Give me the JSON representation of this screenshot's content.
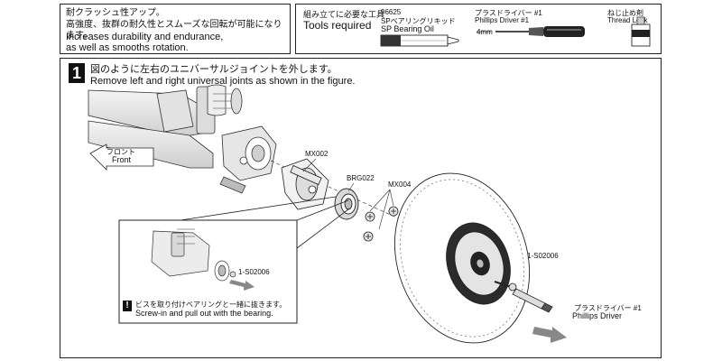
{
  "feature_box": {
    "line1": "耐クラッシュ性アップ。",
    "line2": "高強度、抜群の耐久性とスムーズな回転が可能になります。",
    "line3": "Increases durability and endurance,",
    "line4": "as well as smooths rotation."
  },
  "tools_box": {
    "title_jp": "組み立てに必要な工具",
    "title_en": "Tools required",
    "oil_code": "96625",
    "oil_jp": "SPベアリングリキッド",
    "oil_en": "SP Bearing Oil",
    "driver_jp": "プラスドライバー #1",
    "driver_en": "Phillips Driver #1",
    "driver_size": "4mm",
    "lock_jp": "ねじ止め剤",
    "lock_en": "Thread Lock"
  },
  "step": {
    "number": "1",
    "text_jp": "図のように左右のユニバーサルジョイントを外します。",
    "text_en": "Remove left and right universal joints as shown in the figure."
  },
  "diagram": {
    "front_jp": "フロント",
    "front_en": "Front",
    "part_mx002": "MX002",
    "part_brg022": "BRG022",
    "part_mx004": "MX004",
    "part_screw_a": "1-S02006",
    "part_screw_b": "1-S02006",
    "driver_jp": "プラスドライバー #1",
    "driver_en": "Phillips Driver"
  },
  "inset": {
    "note_jp": "ビスを取り付けベアリングと一緒に抜きます。",
    "note_en": "Screw-in and pull out with the bearing."
  },
  "colors": {
    "ink": "#111111",
    "gray": "#888888",
    "light": "#d8d8d8"
  }
}
